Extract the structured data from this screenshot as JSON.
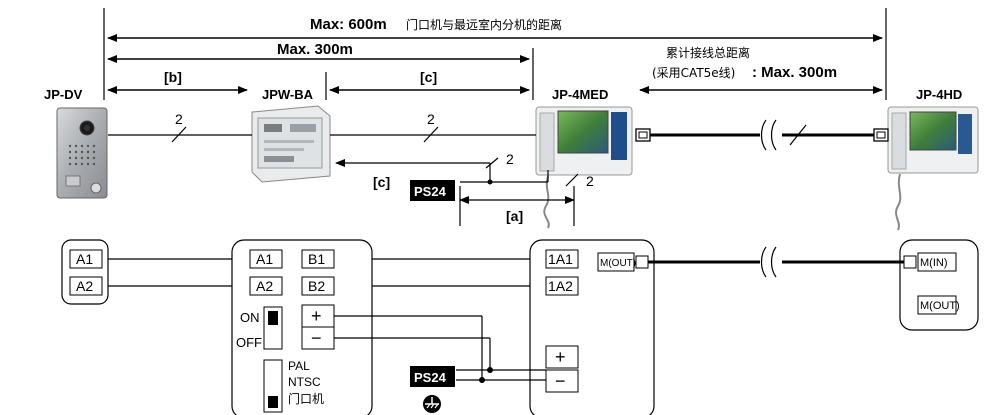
{
  "dimensions": {
    "max_total": "Max: 600m",
    "max_total_desc": "门口机与最远室内分机的距离",
    "max_300": "Max. 300m",
    "b": "[b]",
    "c": "[c]",
    "a": "[a]",
    "cumulative_desc": "累计接线总距离",
    "cable_type": "(采用CAT5e线)",
    "cable_max": ": Max. 300m"
  },
  "devices": {
    "door_station": "JP-DV",
    "adaptor": "JPW-BA",
    "master": "JP-4MED",
    "sub": "JP-4HD",
    "power": "PS24"
  },
  "wire_counts": {
    "door_to_adaptor": "2",
    "adaptor_to_master": "2",
    "adaptor_power": "2",
    "master_power": "2"
  },
  "terminals": {
    "door_a1": "A1",
    "door_a2": "A2",
    "adaptor_a1": "A1",
    "adaptor_a2": "A2",
    "adaptor_b1": "B1",
    "adaptor_b2": "B2",
    "adaptor_plus": "+",
    "adaptor_minus": "−",
    "adaptor_on": "ON",
    "adaptor_off": "OFF",
    "adaptor_pal": "PAL",
    "adaptor_ntsc": "NTSC",
    "adaptor_door": "门口机",
    "master_1a1": "1A1",
    "master_1a2": "1A2",
    "master_mout": "M(OUT)",
    "master_plus": "+",
    "master_minus": "−",
    "sub_min": "M(IN)",
    "sub_mout": "M(OUT)"
  }
}
